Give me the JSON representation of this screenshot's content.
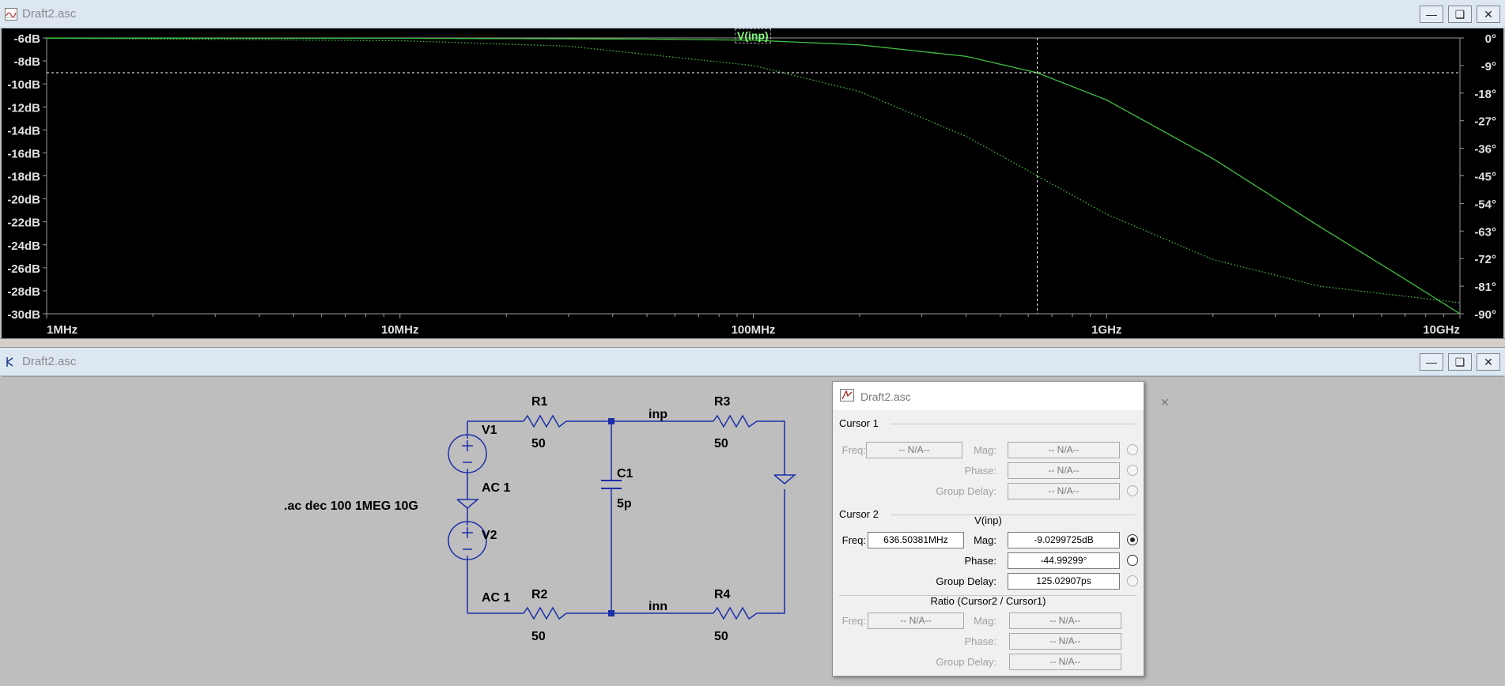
{
  "plot_window": {
    "title": "Draft2.asc",
    "trace_label": "V(inp)"
  },
  "schematic_window": {
    "title": "Draft2.asc"
  },
  "chart_data": {
    "type": "line",
    "x_scale": "log",
    "x_ticks": [
      "1MHz",
      "10MHz",
      "100MHz",
      "1GHz",
      "10GHz"
    ],
    "xlim_hz": [
      1000000,
      10000000000
    ],
    "y_left_ticks": [
      "-6dB",
      "-8dB",
      "-10dB",
      "-12dB",
      "-14dB",
      "-16dB",
      "-18dB",
      "-20dB",
      "-22dB",
      "-24dB",
      "-26dB",
      "-28dB",
      "-30dB"
    ],
    "ylim_left_db": [
      -30,
      -6
    ],
    "y_right_ticks": [
      "0°",
      "-9°",
      "-18°",
      "-27°",
      "-36°",
      "-45°",
      "-54°",
      "-63°",
      "-72°",
      "-81°",
      "-90°"
    ],
    "ylim_right_deg": [
      -90,
      0
    ],
    "series": [
      {
        "name": "V(inp)",
        "color": "#3fbf3f",
        "style": "solid",
        "x_hz": [
          1000000,
          10000000,
          50000000,
          100000000,
          200000000,
          400000000,
          636503810,
          1000000000,
          2000000000,
          4000000000,
          7000000000,
          10000000000
        ],
        "mag_db": [
          -6.02,
          -6.03,
          -6.1,
          -6.2,
          -6.6,
          -7.6,
          -9.03,
          -11.4,
          -16.5,
          -22.4,
          -27.0,
          -30.0
        ]
      },
      {
        "name": "V(inp) phase",
        "color": "#3fbf3f",
        "style": "dotted",
        "x_hz": [
          1000000,
          10000000,
          30000000,
          100000000,
          200000000,
          400000000,
          636503810,
          1000000000,
          2000000000,
          4000000000,
          10000000000
        ],
        "phase_deg": [
          -0.1,
          -0.9,
          -2.7,
          -9.0,
          -17.5,
          -32.1,
          -44.99,
          -57.5,
          -72.3,
          -81.0,
          -86.4
        ]
      }
    ],
    "cursor": {
      "freq_hz": 636503810,
      "mag_db": -9.0299725
    },
    "grid": false
  },
  "schematic": {
    "labels": {
      "v1": "V1",
      "v2": "V2",
      "ac1_top": "AC 1",
      "ac1_bottom": "AC 1",
      "r1": "R1",
      "r1_val": "50",
      "r2": "R2",
      "r2_val": "50",
      "r3": "R3",
      "r3_val": "50",
      "r4": "R4",
      "r4_val": "50",
      "c1": "C1",
      "c1_val": "5p",
      "net_inp": "inp",
      "net_inn": "inn",
      "directive": ".ac dec 100 1MEG 10G"
    }
  },
  "cursor_dialog": {
    "title": "Draft2.asc",
    "cursor1": {
      "heading": "Cursor 1",
      "freq_label": "Freq:",
      "freq": "-- N/A--",
      "mag_label": "Mag:",
      "mag": "-- N/A--",
      "phase_label": "Phase:",
      "phase": "-- N/A--",
      "gd_label": "Group Delay:",
      "gd": "-- N/A--"
    },
    "cursor2": {
      "heading": "Cursor 2",
      "trace": "V(inp)",
      "freq_label": "Freq:",
      "freq": "636.50381MHz",
      "mag_label": "Mag:",
      "mag": "-9.0299725dB",
      "phase_label": "Phase:",
      "phase": "-44.99299°",
      "gd_label": "Group Delay:",
      "gd": "125.02907ps"
    },
    "ratio": {
      "heading": "Ratio (Cursor2 / Cursor1)",
      "freq_label": "Freq:",
      "freq": "-- N/A--",
      "mag_label": "Mag:",
      "mag": "-- N/A--",
      "phase_label": "Phase:",
      "phase": "-- N/A--",
      "gd_label": "Group Delay:",
      "gd": "-- N/A--"
    }
  }
}
